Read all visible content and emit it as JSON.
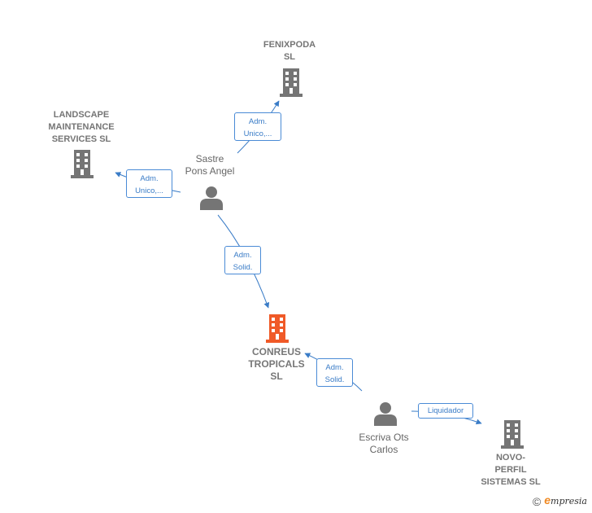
{
  "nodes": {
    "fenixpoda": {
      "label": "FENIXPODA\nSL",
      "color": "#757575",
      "icon": "building-icon"
    },
    "landscape": {
      "label": "LANDSCAPE\nMAINTENANCE\nSERVICES  SL",
      "color": "#757575",
      "icon": "building-icon"
    },
    "conreus": {
      "label": "CONREUS\nTROPICALS\nSL",
      "color": "#f05a28",
      "icon": "building-icon"
    },
    "novo": {
      "label": "NOVO-\nPERFIL\nSISTEMAS SL",
      "color": "#757575",
      "icon": "building-icon"
    },
    "sastre": {
      "label": "Sastre\nPons Angel",
      "color": "#757575",
      "icon": "person-icon"
    },
    "escriva": {
      "label": "Escriva Ots\nCarlos",
      "color": "#757575",
      "icon": "person-icon"
    }
  },
  "relations": {
    "sastre_fenixpoda": "Adm.\nUnico,...",
    "sastre_landscape": "Adm.\nUnico,...",
    "sastre_conreus": "Adm.\nSolid.",
    "escriva_conreus": "Adm.\nSolid.",
    "escriva_novo": "Liquidador"
  },
  "colors": {
    "edge": "#3a7cc7",
    "accent": "#f05a28"
  },
  "footer": {
    "copyright": "©",
    "brand_e": "e",
    "brand_rest": "mpresia"
  }
}
